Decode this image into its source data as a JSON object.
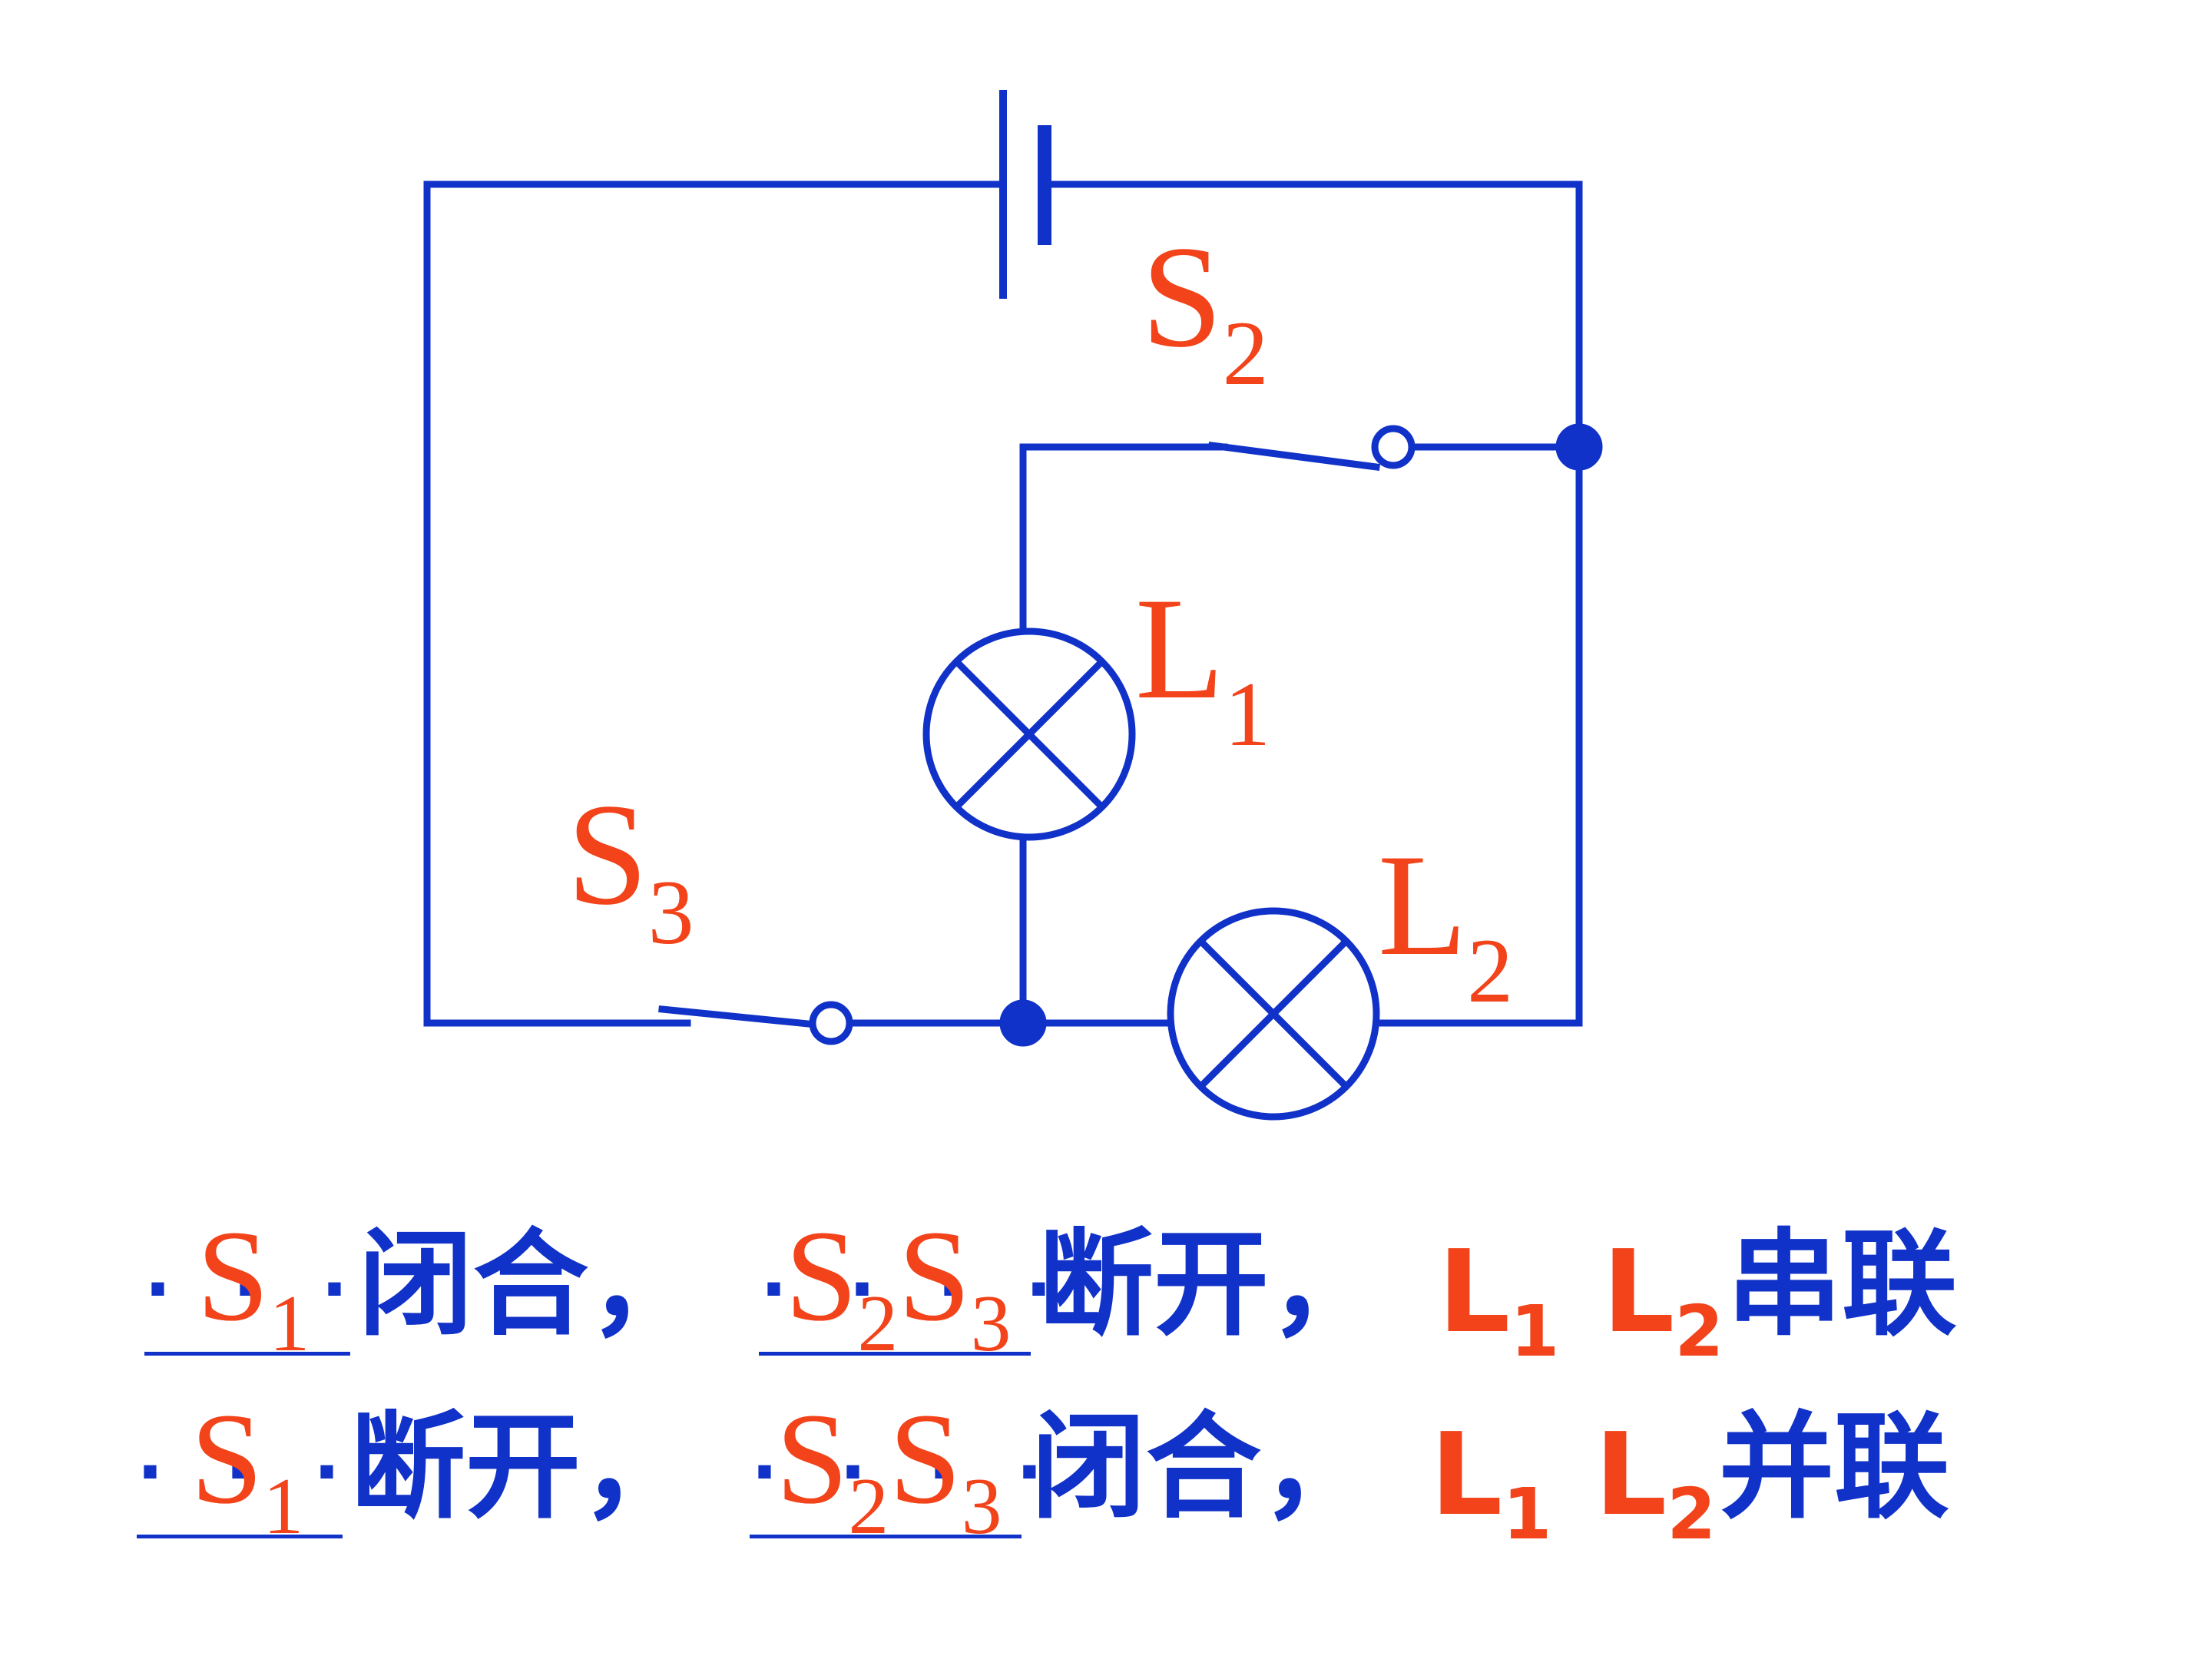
{
  "colors": {
    "wire": "#1132C8",
    "label": "#F2431A",
    "text_blue": "#1132C8",
    "text_red": "#F2431A"
  },
  "diagram": {
    "labels": {
      "S2": {
        "main": "S",
        "sub": "2"
      },
      "S3": {
        "main": "S",
        "sub": "3"
      },
      "L1": {
        "main": "L",
        "sub": "1"
      },
      "L2": {
        "main": "L",
        "sub": "2"
      }
    }
  },
  "statements": [
    {
      "dots1": ". . .",
      "ans1": {
        "main": "S",
        "sub": "1"
      },
      "verb1": "闭合，",
      "dots2": ". . . .",
      "ans2": [
        {
          "main": "S",
          "sub": "2"
        },
        {
          "main": "S",
          "sub": "3"
        }
      ],
      "verb2": "断开，",
      "lamp1": {
        "main": "L",
        "sub": "1"
      },
      "lamp2": {
        "main": "L",
        "sub": "2"
      },
      "result": "串联"
    },
    {
      "dots1": ". . .",
      "ans1": {
        "main": "S",
        "sub": "1"
      },
      "verb1": "断开，",
      "dots2": ". . . .",
      "ans2": [
        {
          "main": "S",
          "sub": "2"
        },
        {
          "main": "S",
          "sub": "3"
        }
      ],
      "verb2": "闭合，",
      "lamp1": {
        "main": "L",
        "sub": "1"
      },
      "lamp2": {
        "main": "L",
        "sub": "2"
      },
      "result": "并联"
    }
  ]
}
